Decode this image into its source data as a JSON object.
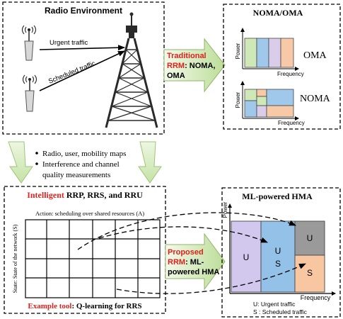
{
  "colors": {
    "red_accent": "#e0201c",
    "arrow_green_light": "#eef7e2",
    "arrow_green_dark": "#b9dc94",
    "oma_green": "#cfe8b8",
    "oma_blue": "#9fc8ea",
    "oma_purple": "#d9cdea",
    "oma_orange": "#f7c9a6",
    "hma_purple": "#d2c8ee",
    "hma_blue": "#93c1e8",
    "hma_gray": "#9a9a9a",
    "hma_orange": "#f9c6a2",
    "grid_line": "#000000"
  },
  "radio_env": {
    "title": "Radio Environment",
    "urgent_label": "Urgent traffic",
    "scheduled_label": "Scheduled traffic",
    "icons": [
      "antenna-device-icon",
      "antenna-device-icon",
      "cell-tower-icon"
    ]
  },
  "traditional_arrow": {
    "line1_red": "Traditional",
    "line2_red": "RRM",
    "line2_black": ": NOMA,",
    "line3": "OMA"
  },
  "noma_oma": {
    "title": "NOMA/OMA",
    "oma_label": "OMA",
    "noma_label": "NOMA",
    "power_label": "Power",
    "frequency_label": "Frequency"
  },
  "bullets": [
    "Radio, user, mobility maps",
    "Interference and channel",
    "quality measurements"
  ],
  "intelligent": {
    "title_red": "Intelligent",
    "title_black": " RRP, RRS, and RRU",
    "action_label": "Action: scheduling over shared resources (A)",
    "state_label": "State: State of the network (S)",
    "example_red": "Example tool",
    "example_black": ": Q-learning for RRS"
  },
  "proposed_arrow": {
    "line1_red": "Proposed",
    "line2_red": "RRM",
    "line2_black": ": ML-",
    "line3": "powered HMA"
  },
  "hma": {
    "title": "ML-powered HMA",
    "power_label": "Power",
    "frequency_label": "Frequency",
    "u": "U",
    "us_top": "U",
    "us_bottom": "S",
    "s": "S",
    "legend_u": "U: Urgent traffic",
    "legend_s": "S : Scheduled traffic"
  }
}
